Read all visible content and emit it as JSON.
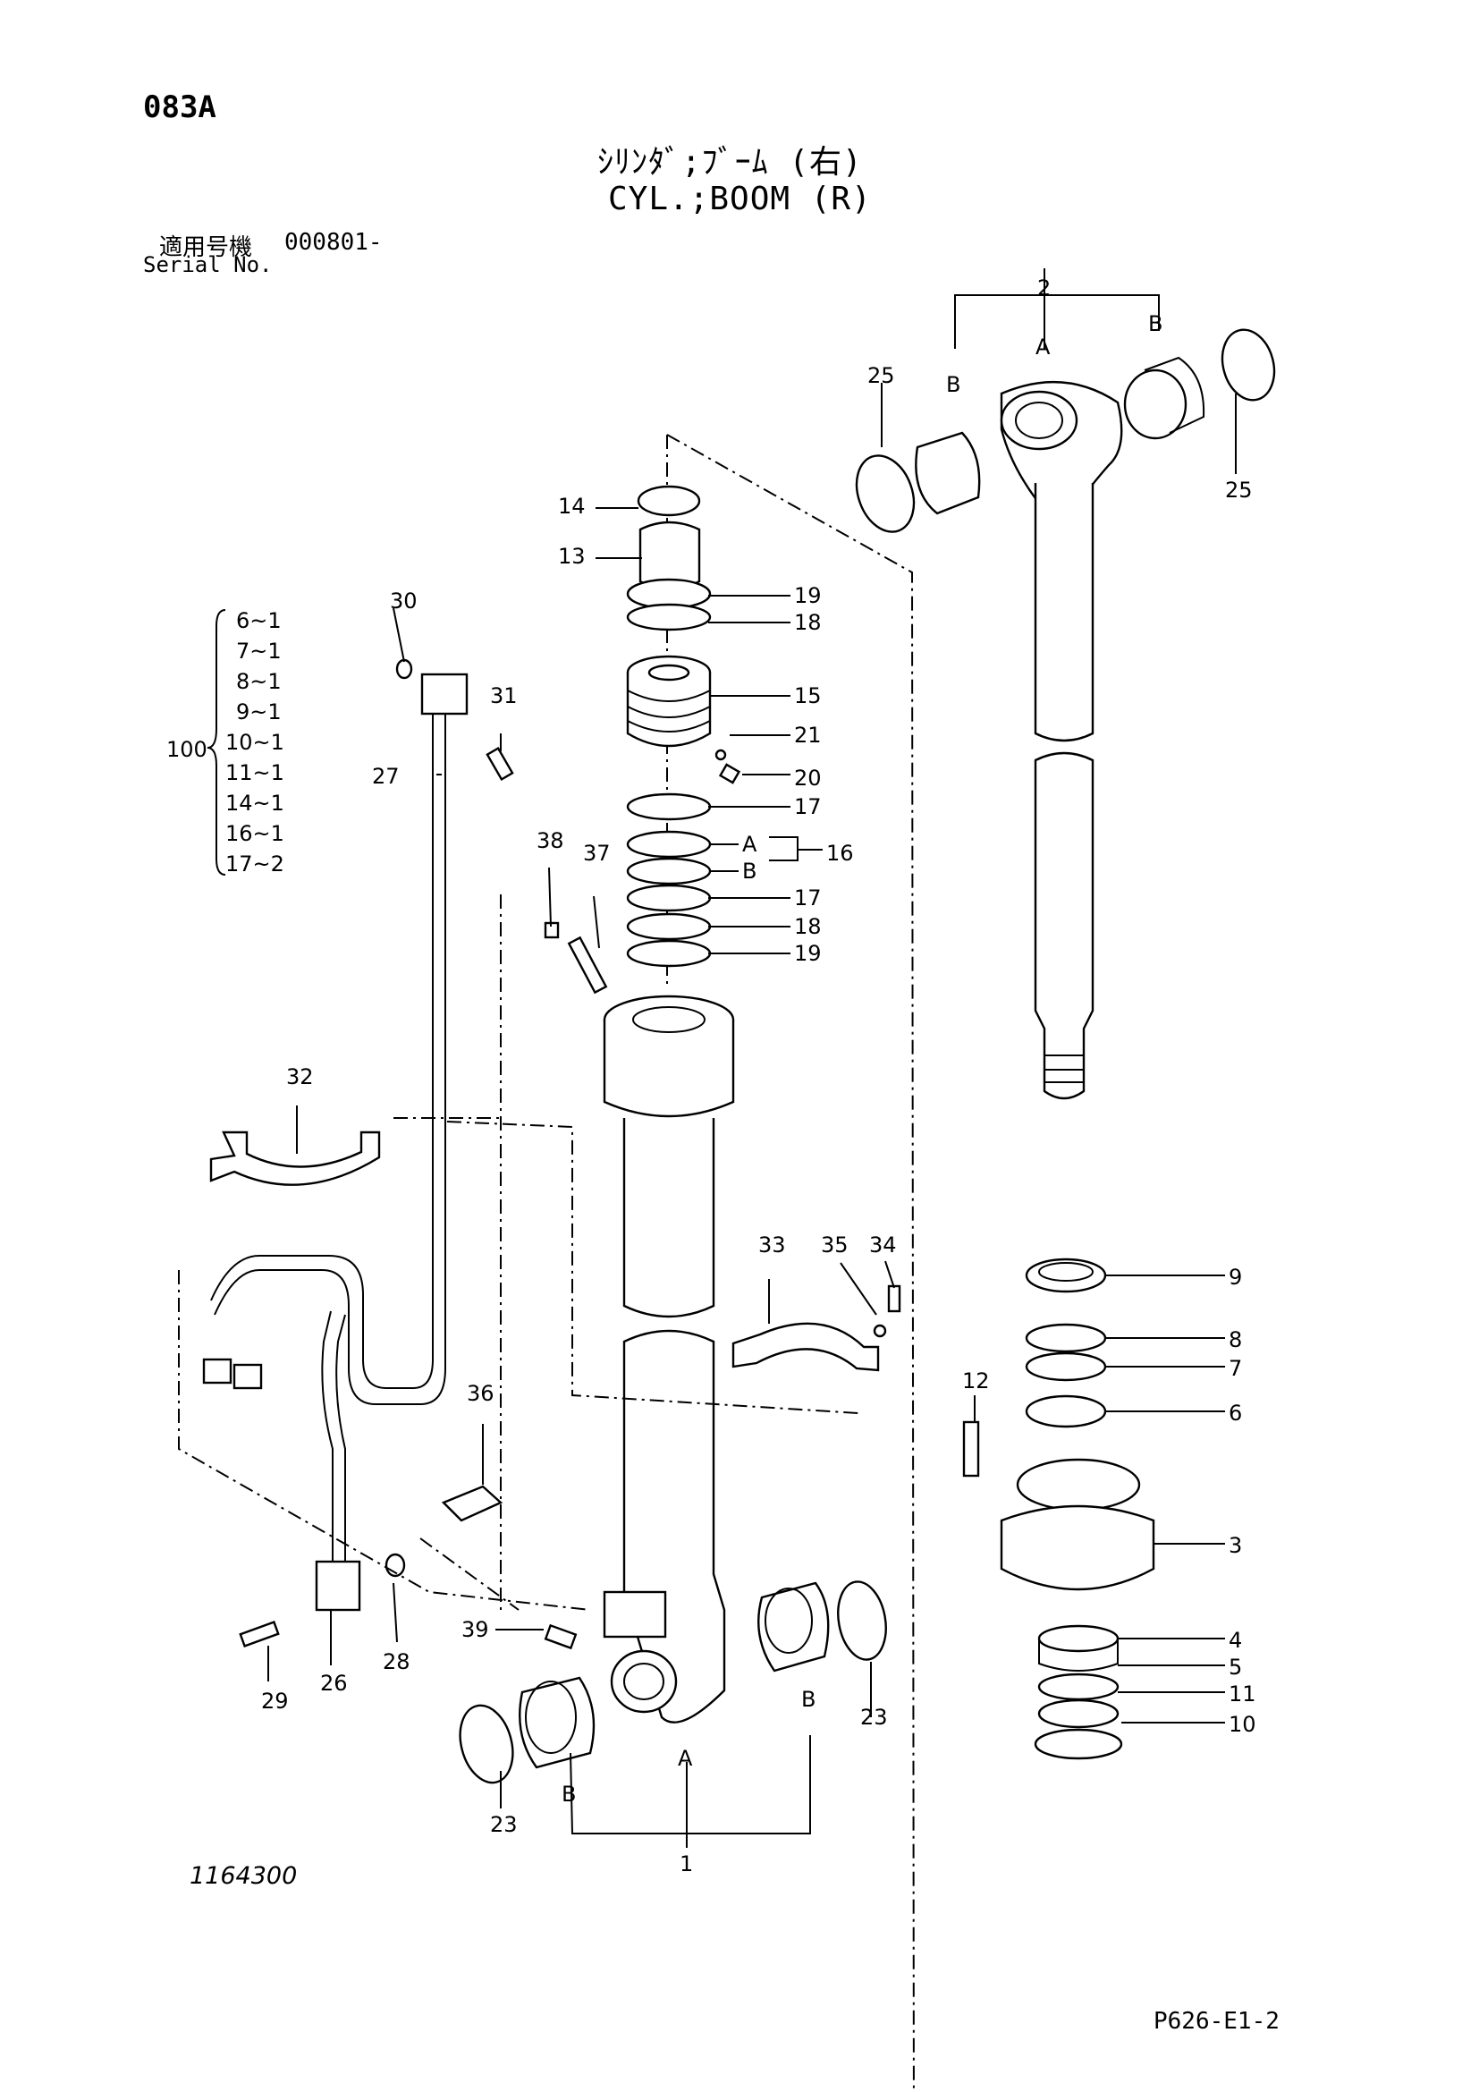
{
  "header": {
    "page_code": "083A",
    "title_jp": "ｼﾘﾝﾀﾞ;ﾌﾞｰﾑ (右)",
    "title_en": "CYL.;BOOM (R)",
    "serial_label_jp": "適用号機",
    "serial_value": "000801-",
    "serial_label_en": "Serial No."
  },
  "kit": {
    "number": "100",
    "items": [
      "6~1",
      "7~1",
      "8~1",
      "9~1",
      "10~1",
      "11~1",
      "14~1",
      "16~1",
      "17~2"
    ]
  },
  "callouts": {
    "p1": "1",
    "p2": "2",
    "p3": "3",
    "p4": "4",
    "p5": "5",
    "p6": "6",
    "p7": "7",
    "p8": "8",
    "p9": "9",
    "p10": "10",
    "p11": "11",
    "p12": "12",
    "p13": "13",
    "p14": "14",
    "p15": "15",
    "p16": "16",
    "p17a": "17",
    "p17b": "17",
    "p18a": "18",
    "p18b": "18",
    "p19a": "19",
    "p19b": "19",
    "p20": "20",
    "p21": "21",
    "p23a": "23",
    "p23b": "23",
    "p25a": "25",
    "p25b": "25",
    "p26": "26",
    "p27": "27",
    "p28": "28",
    "p29": "29",
    "p30": "30",
    "p31": "31",
    "p32": "32",
    "p33": "33",
    "p34": "34",
    "p35": "35",
    "p36": "36",
    "p37": "37",
    "p38": "38",
    "p39": "39",
    "sub_a": "A",
    "sub_b": "B"
  },
  "footer": {
    "drawing_no": "1164300",
    "page_ref": "P626-E1-2"
  }
}
